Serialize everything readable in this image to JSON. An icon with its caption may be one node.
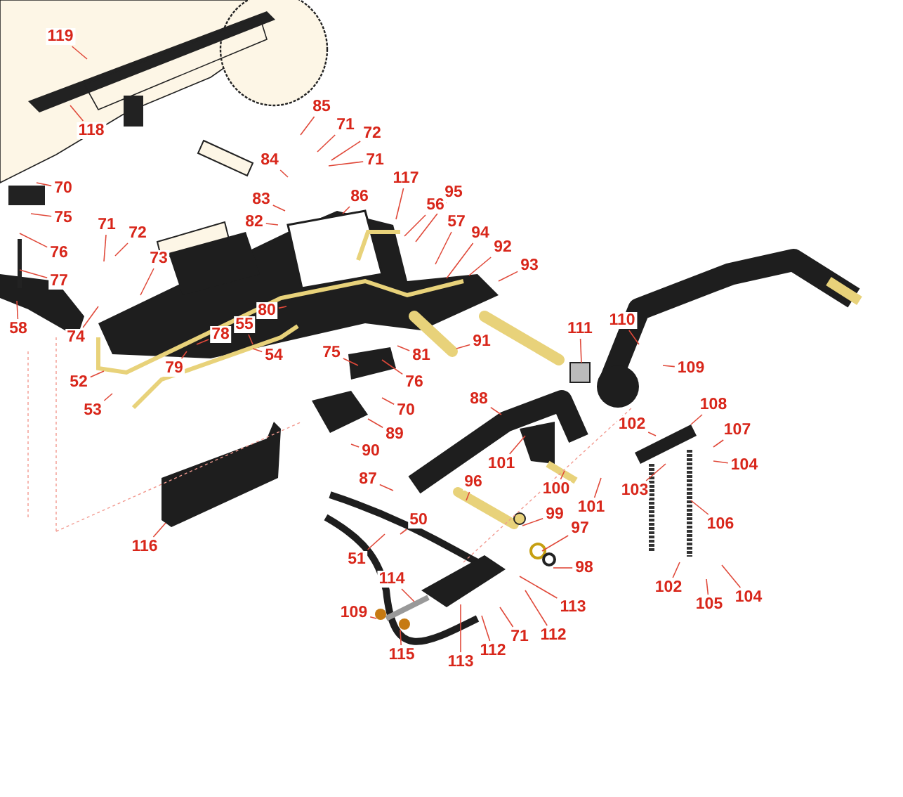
{
  "diagram": {
    "nodes": [
      {
        "text": [
          "119"
        ]
      },
      {
        "text": [
          "118"
        ]
      },
      {
        "text": [
          "85"
        ]
      },
      {
        "text": [
          "71"
        ]
      },
      {
        "text": [
          "72"
        ]
      },
      {
        "text": [
          "71"
        ]
      },
      {
        "text": [
          "84"
        ]
      },
      {
        "text": [
          "117"
        ]
      },
      {
        "text": [
          "86"
        ]
      },
      {
        "text": [
          "95"
        ]
      },
      {
        "text": [
          "70"
        ]
      },
      {
        "text": [
          "83"
        ]
      },
      {
        "text": [
          "56"
        ]
      },
      {
        "text": [
          "75"
        ]
      },
      {
        "text": [
          "82"
        ]
      },
      {
        "text": [
          "57"
        ]
      },
      {
        "text": [
          "71"
        ]
      },
      {
        "text": [
          "94"
        ]
      },
      {
        "text": [
          "72"
        ]
      },
      {
        "text": [
          "76"
        ]
      },
      {
        "text": [
          "92"
        ]
      },
      {
        "text": [
          "73"
        ]
      },
      {
        "text": [
          "93"
        ]
      },
      {
        "text": [
          "77"
        ]
      },
      {
        "text": [
          "80"
        ]
      },
      {
        "text": [
          "55"
        ]
      },
      {
        "text": [
          "110"
        ]
      },
      {
        "text": [
          "111"
        ]
      },
      {
        "text": [
          "58"
        ]
      },
      {
        "text": [
          "78"
        ]
      },
      {
        "text": [
          "91"
        ]
      },
      {
        "text": [
          "74"
        ]
      },
      {
        "text": [
          "75"
        ]
      },
      {
        "text": [
          "81"
        ]
      },
      {
        "text": [
          "54"
        ]
      },
      {
        "text": [
          "79"
        ]
      },
      {
        "text": [
          "109"
        ]
      },
      {
        "text": [
          "52"
        ]
      },
      {
        "text": [
          "76"
        ]
      },
      {
        "text": [
          "88"
        ]
      },
      {
        "text": [
          "108"
        ]
      },
      {
        "text": [
          "53"
        ]
      },
      {
        "text": [
          "70"
        ]
      },
      {
        "text": [
          "89"
        ]
      },
      {
        "text": [
          "102"
        ]
      },
      {
        "text": [
          "107"
        ]
      },
      {
        "text": [
          "90"
        ]
      },
      {
        "text": [
          "101"
        ]
      },
      {
        "text": [
          "104"
        ]
      },
      {
        "text": [
          "87"
        ]
      },
      {
        "text": [
          "96"
        ]
      },
      {
        "text": [
          "103"
        ]
      },
      {
        "text": [
          "100"
        ]
      },
      {
        "text": [
          "101"
        ]
      },
      {
        "text": [
          "50"
        ]
      },
      {
        "text": [
          "99"
        ]
      },
      {
        "text": [
          "106"
        ]
      },
      {
        "text": [
          "97"
        ]
      },
      {
        "text": [
          "116"
        ]
      },
      {
        "text": [
          "51"
        ]
      },
      {
        "text": [
          "98"
        ]
      },
      {
        "text": [
          "114"
        ]
      },
      {
        "text": [
          "113"
        ]
      },
      {
        "text": [
          "102"
        ]
      },
      {
        "text": [
          "104"
        ]
      },
      {
        "text": [
          "105"
        ]
      },
      {
        "text": [
          "109"
        ]
      },
      {
        "text": [
          "112"
        ]
      },
      {
        "text": [
          "71"
        ]
      },
      {
        "text": [
          "115"
        ]
      },
      {
        "text": [
          "112"
        ]
      },
      {
        "text": [
          "113"
        ]
      }
    ],
    "edges": [
      {
        "from": 0,
        "to": null,
        "arrow": "none"
      },
      {
        "from": 1,
        "to": null,
        "arrow": "none"
      },
      {
        "from": 2,
        "to": null,
        "arrow": "none"
      },
      {
        "from": 3,
        "to": null,
        "arrow": "none"
      },
      {
        "from": 4,
        "to": null,
        "arrow": "none"
      },
      {
        "from": 5,
        "to": null,
        "arrow": "none"
      },
      {
        "from": 6,
        "to": null,
        "arrow": "none"
      },
      {
        "from": 7,
        "to": null,
        "arrow": "none"
      },
      {
        "from": 8,
        "to": null,
        "arrow": "none"
      },
      {
        "from": 9,
        "to": null,
        "arrow": "none"
      },
      {
        "from": 10,
        "to": null,
        "arrow": "none"
      },
      {
        "from": 11,
        "to": null,
        "arrow": "none"
      },
      {
        "from": 12,
        "to": null,
        "arrow": "none"
      },
      {
        "from": 13,
        "to": null,
        "arrow": "none"
      },
      {
        "from": 14,
        "to": null,
        "arrow": "none"
      },
      {
        "from": 15,
        "to": null,
        "arrow": "none"
      },
      {
        "from": 16,
        "to": null,
        "arrow": "none"
      },
      {
        "from": 17,
        "to": null,
        "arrow": "none"
      },
      {
        "from": 18,
        "to": null,
        "arrow": "none"
      },
      {
        "from": 19,
        "to": null,
        "arrow": "none"
      },
      {
        "from": 20,
        "to": null,
        "arrow": "none"
      },
      {
        "from": 21,
        "to": null,
        "arrow": "none"
      },
      {
        "from": 22,
        "to": null,
        "arrow": "none"
      },
      {
        "from": 23,
        "to": null,
        "arrow": "none"
      },
      {
        "from": 24,
        "to": null,
        "arrow": "none"
      },
      {
        "from": 25,
        "to": null,
        "arrow": "none"
      },
      {
        "from": 26,
        "to": null,
        "arrow": "none"
      },
      {
        "from": 27,
        "to": null,
        "arrow": "none"
      },
      {
        "from": 28,
        "to": null,
        "arrow": "none"
      },
      {
        "from": 29,
        "to": null,
        "arrow": "none"
      },
      {
        "from": 30,
        "to": null,
        "arrow": "none"
      },
      {
        "from": 31,
        "to": null,
        "arrow": "none"
      },
      {
        "from": 32,
        "to": null,
        "arrow": "none"
      },
      {
        "from": 33,
        "to": null,
        "arrow": "none"
      },
      {
        "from": 34,
        "to": null,
        "arrow": "none"
      },
      {
        "from": 35,
        "to": null,
        "arrow": "none"
      },
      {
        "from": 36,
        "to": null,
        "arrow": "none"
      },
      {
        "from": 37,
        "to": null,
        "arrow": "none"
      },
      {
        "from": 38,
        "to": null,
        "arrow": "none"
      },
      {
        "from": 39,
        "to": null,
        "arrow": "none"
      },
      {
        "from": 40,
        "to": null,
        "arrow": "none"
      },
      {
        "from": 41,
        "to": null,
        "arrow": "none"
      },
      {
        "from": 42,
        "to": null,
        "arrow": "none"
      },
      {
        "from": 43,
        "to": null,
        "arrow": "none"
      },
      {
        "from": 44,
        "to": null,
        "arrow": "none"
      },
      {
        "from": 45,
        "to": null,
        "arrow": "none"
      },
      {
        "from": 46,
        "to": null,
        "arrow": "none"
      },
      {
        "from": 47,
        "to": null,
        "arrow": "none"
      },
      {
        "from": 48,
        "to": null,
        "arrow": "none"
      },
      {
        "from": 49,
        "to": null,
        "arrow": "none"
      },
      {
        "from": 50,
        "to": null,
        "arrow": "none"
      },
      {
        "from": 51,
        "to": null,
        "arrow": "none"
      },
      {
        "from": 52,
        "to": null,
        "arrow": "none"
      },
      {
        "from": 53,
        "to": null,
        "arrow": "none"
      },
      {
        "from": 54,
        "to": null,
        "arrow": "none"
      },
      {
        "from": 55,
        "to": null,
        "arrow": "none"
      },
      {
        "from": 56,
        "to": null,
        "arrow": "none"
      },
      {
        "from": 57,
        "to": null,
        "arrow": "none"
      },
      {
        "from": 58,
        "to": null,
        "arrow": "none"
      },
      {
        "from": 59,
        "to": null,
        "arrow": "none"
      },
      {
        "from": 60,
        "to": null,
        "arrow": "none"
      },
      {
        "from": 61,
        "to": null,
        "arrow": "none"
      },
      {
        "from": 62,
        "to": null,
        "arrow": "none"
      },
      {
        "from": 63,
        "to": null,
        "arrow": "none"
      },
      {
        "from": 64,
        "to": null,
        "arrow": "none"
      },
      {
        "from": 65,
        "to": null,
        "arrow": "none"
      },
      {
        "from": 66,
        "to": null,
        "arrow": "none"
      },
      {
        "from": 67,
        "to": null,
        "arrow": "none"
      },
      {
        "from": 68,
        "to": null,
        "arrow": "none"
      },
      {
        "from": 69,
        "to": null,
        "arrow": "none"
      },
      {
        "from": 70,
        "to": null,
        "arrow": "none"
      },
      {
        "from": 71,
        "to": null,
        "arrow": "none"
      }
    ]
  }
}
